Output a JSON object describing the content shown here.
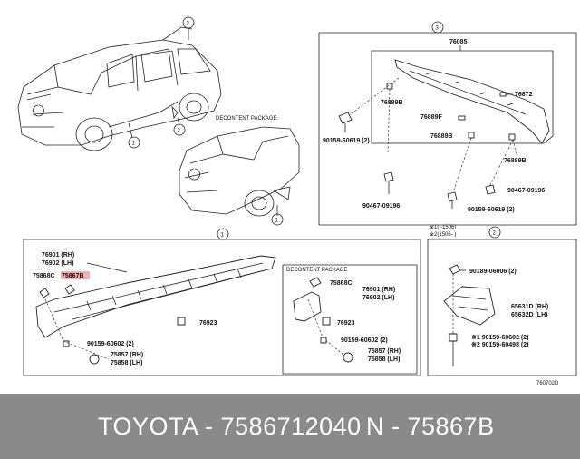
{
  "diagram": {
    "callouts": {
      "c1": "1",
      "c2": "2",
      "c3": "3"
    },
    "pkg_label_top": "DECONTENT PACKAGE",
    "pkg_label_bottom": "DECONTENT PACKAGE",
    "spoiler": {
      "p76085": "76085",
      "p76872": "76872",
      "p76889B_a": "76889B",
      "p76889F": "76889F",
      "p76889B_b": "76889B",
      "p76889B_c": "76889B",
      "p90159_a": "90159-60619 (2)",
      "p90467_a": "90467-09196",
      "p90467_b": "90467-09196",
      "p90159_b": "90159-60619 (2)"
    },
    "rocker": {
      "p76901": "76901 (RH)",
      "p76902": "76902 (LH)",
      "p75868C": "75868C",
      "p75867B": "75867B",
      "p76923": "76923",
      "p90159": "90159-60602 (2)",
      "p75857": "75857 (RH)",
      "p75858": "75858 (LH)"
    },
    "rocker_pkg": {
      "p75868C": "75868C",
      "p76901": "76901 (RH)",
      "p76902": "76902 (LH)",
      "p76923": "76923",
      "p90159": "90159-60602 (2)",
      "p75857": "75857 (RH)",
      "p75858": "75858 (LH)"
    },
    "flap": {
      "note1": "※1(      -1506)",
      "note2": "※2(1506-      )",
      "p90189": "90189-06006 (2)",
      "p65631": "65631D (RH)",
      "p65632": "65632D (LH)",
      "p90159_a": "※1 90159-60602 (2)",
      "p90159_b": "※2 90159-60498 (2)"
    },
    "figure_code": "760702D"
  },
  "footer": {
    "brand_part": "TOYOTA - 7586712040",
    "ref_part": "N - 75867B"
  },
  "colors": {
    "highlight": "#f3b0b0",
    "footer_bg": "#8a8a8a",
    "footer_text": "#ffffff"
  }
}
